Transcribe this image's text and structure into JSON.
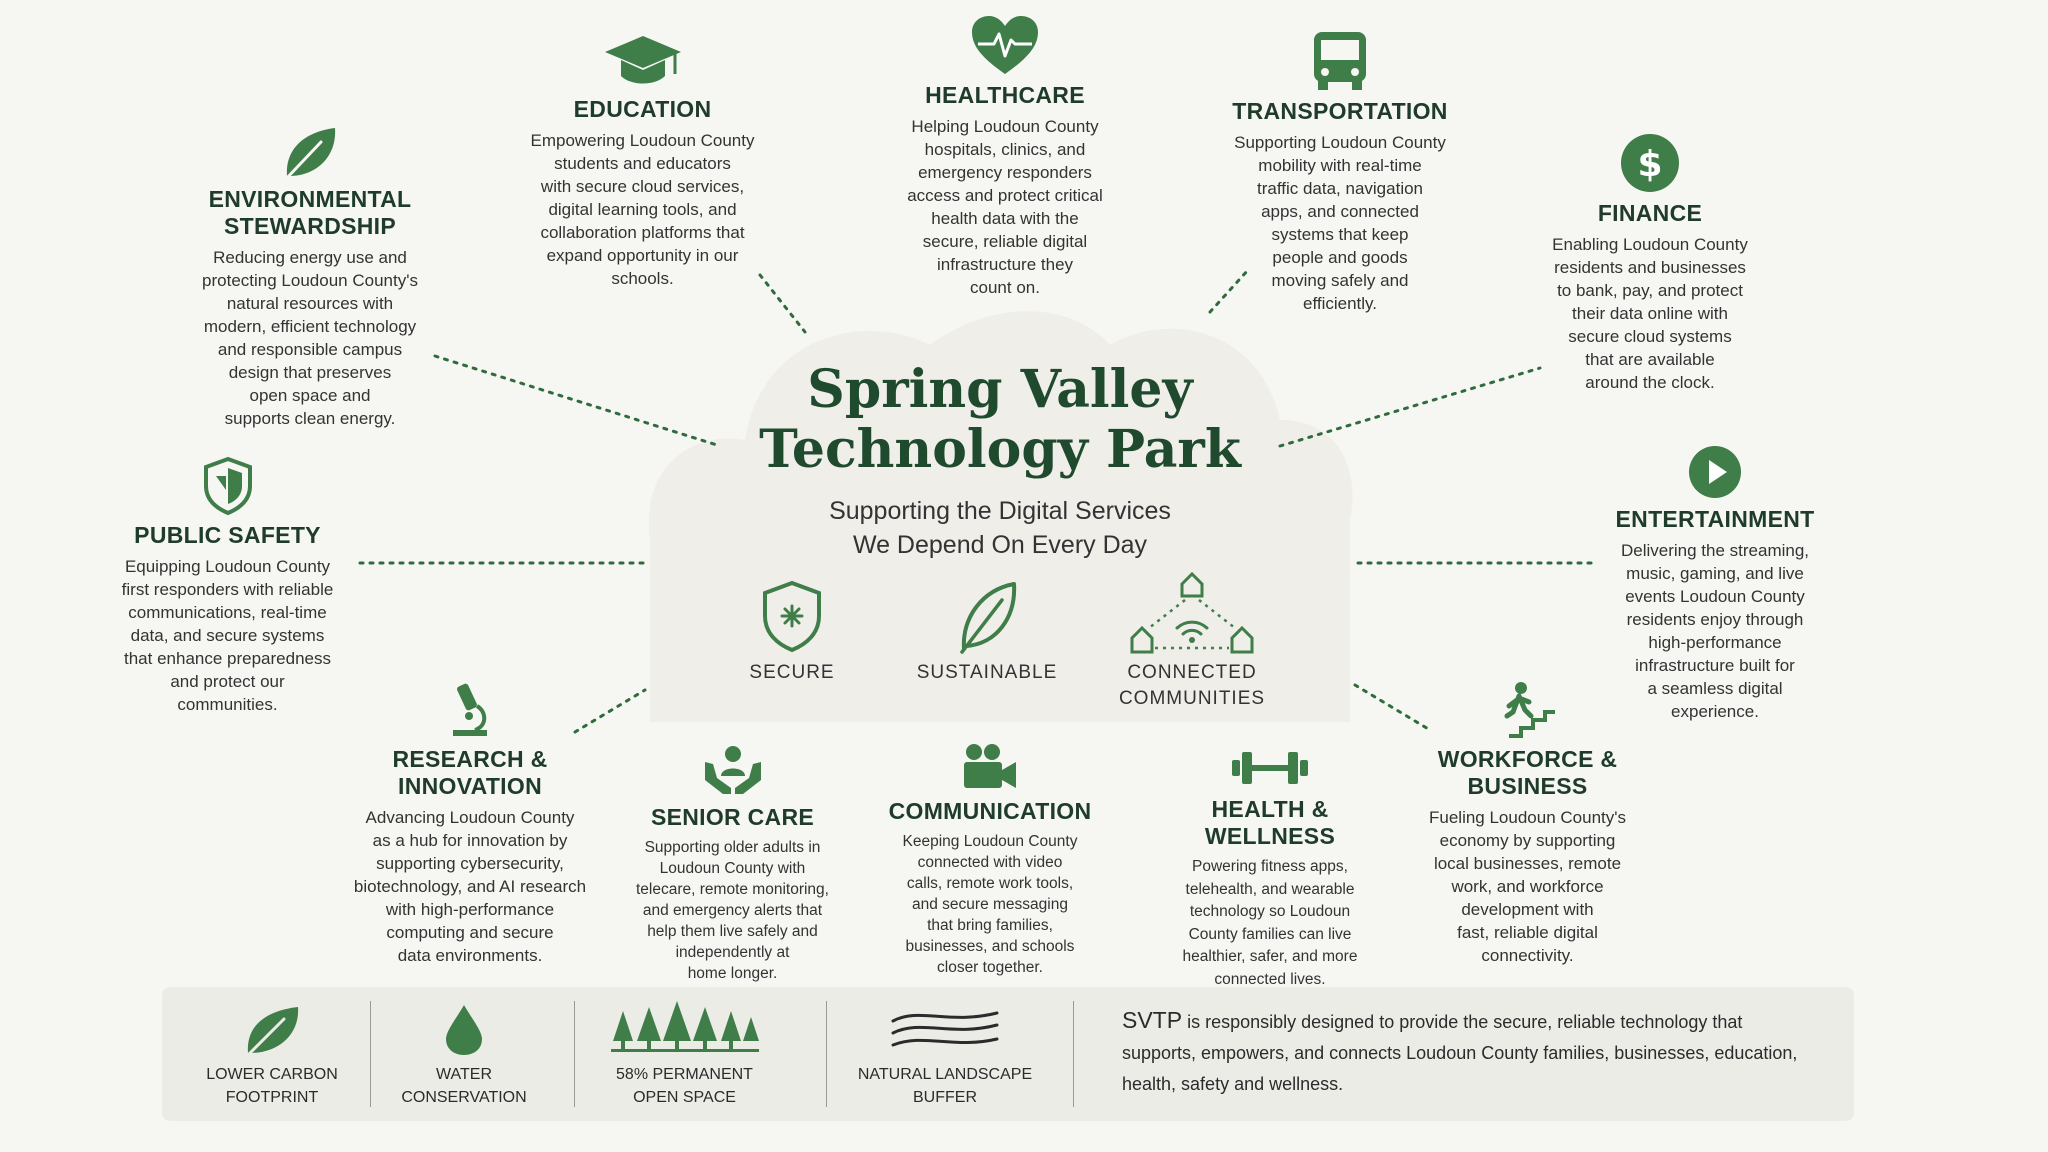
{
  "header": {
    "title_line1": "Spring Valley",
    "title_line2": "Technology Park",
    "subtitle_line1": "Supporting the Digital Services",
    "subtitle_line2": "We Depend On Every Day"
  },
  "pillars": [
    {
      "label": "SECURE",
      "icon": "shield-icon"
    },
    {
      "label": "SUSTAINABLE",
      "icon": "leaf-icon"
    },
    {
      "label_line1": "CONNECTED",
      "label_line2": "COMMUNITIES",
      "icon": "network-houses-icon"
    }
  ],
  "sectors": {
    "education": {
      "title": "EDUCATION",
      "icon": "graduation-cap-icon",
      "lines": [
        "Empowering Loudoun County",
        "students and educators",
        "with secure cloud services,",
        "digital learning tools, and",
        "collaboration platforms that",
        "expand opportunity in our",
        "schools."
      ]
    },
    "healthcare": {
      "title": "HEALTHCARE",
      "icon": "heart-pulse-icon",
      "lines": [
        "Helping Loudoun County",
        "hospitals, clinics, and",
        "emergency responders",
        "access and protect critical",
        "health data with the",
        "secure, reliable digital",
        "infrastructure they",
        "count on."
      ]
    },
    "transportation": {
      "title": "TRANSPORTATION",
      "icon": "bus-icon",
      "lines": [
        "Supporting Loudoun County",
        "mobility with real-time",
        "traffic data, navigation",
        "apps, and connected",
        "systems that keep",
        "people and goods",
        "moving safely and",
        "efficiently."
      ]
    },
    "environment": {
      "title_line1": "ENVIRONMENTAL",
      "title_line2": "STEWARDSHIP",
      "icon": "leaf-icon",
      "lines": [
        "Reducing energy use and",
        "protecting Loudoun County's",
        "natural resources with",
        "modern, efficient technology",
        "and responsible campus",
        "design that preserves",
        "open space and",
        "supports clean energy."
      ]
    },
    "finance": {
      "title": "FINANCE",
      "icon": "dollar-icon",
      "lines": [
        "Enabling Loudoun County",
        "residents and businesses",
        "to bank, pay, and protect",
        "their data online with",
        "secure cloud systems",
        "that are available",
        "around the clock."
      ]
    },
    "public_safety": {
      "title": "PUBLIC SAFETY",
      "icon": "shield-icon",
      "lines": [
        "Equipping Loudoun County",
        "first responders with reliable",
        "communications, real-time",
        "data, and secure systems",
        "that enhance preparedness",
        "and protect our",
        "communities."
      ]
    },
    "entertainment": {
      "title": "ENTERTAINMENT",
      "icon": "play-icon",
      "lines": [
        "Delivering the streaming,",
        "music, gaming, and live",
        "events Loudoun County",
        "residents enjoy through",
        "high-performance",
        "infrastructure built for",
        "a seamless digital",
        "experience."
      ]
    },
    "research": {
      "title": "RESEARCH & INNOVATION",
      "icon": "microscope-icon",
      "lines": [
        "Advancing Loudoun County",
        "as a hub for innovation by",
        "supporting cybersecurity,",
        "biotechnology, and AI research",
        "with high-performance",
        "computing and secure",
        "data environments."
      ]
    },
    "senior_care": {
      "title": "SENIOR CARE",
      "icon": "care-hands-icon",
      "lines": [
        "Supporting older adults in",
        "Loudoun County with",
        "telecare, remote monitoring,",
        "and emergency alerts that",
        "help them live safely and",
        "independently at",
        "home longer."
      ]
    },
    "communication": {
      "title": "COMMUNICATION",
      "icon": "video-camera-icon",
      "lines": [
        "Keeping Loudoun County",
        "connected with video",
        "calls, remote work tools,",
        "and secure messaging",
        "that bring families,",
        "businesses, and schools",
        "closer together."
      ]
    },
    "health_wellness": {
      "title": "HEALTH & WELLNESS",
      "icon": "dumbbell-icon",
      "lines": [
        "Powering fitness apps,",
        "telehealth, and wearable",
        "technology so Loudoun",
        "County families can live",
        "healthier, safer, and more",
        "connected lives."
      ]
    },
    "workforce": {
      "title": "WORKFORCE & BUSINESS",
      "icon": "stairs-climber-icon",
      "lines": [
        "Fueling Loudoun County's",
        "economy by supporting",
        "local businesses, remote",
        "work, and workforce",
        "development with",
        "fast, reliable digital",
        "connectivity."
      ]
    }
  },
  "footer": {
    "items": [
      {
        "line1": "LOWER CARBON",
        "line2": "FOOTPRINT",
        "icon": "leaf-icon"
      },
      {
        "line1": "WATER",
        "line2": "CONSERVATION",
        "icon": "water-drop-icon"
      },
      {
        "line1": "58% PERMANENT",
        "line2": "OPEN SPACE",
        "icon": "trees-icon"
      },
      {
        "line1": "NATURAL LANDSCAPE",
        "line2": "BUFFER",
        "icon": "landscape-waves-icon"
      }
    ],
    "statement_brand": "SVTP",
    "statement_line1": " is  responsibly designed to provide the secure, reliable technology that",
    "statement_line2": "supports, empowers, and connects Loudoun County families, businesses, education,",
    "statement_line3": "health, safety and wellness."
  },
  "colors": {
    "accent": "#3f7d49",
    "dark_green": "#1f4a2e",
    "cloud": "#efeee9",
    "background": "#f6f6f3"
  }
}
